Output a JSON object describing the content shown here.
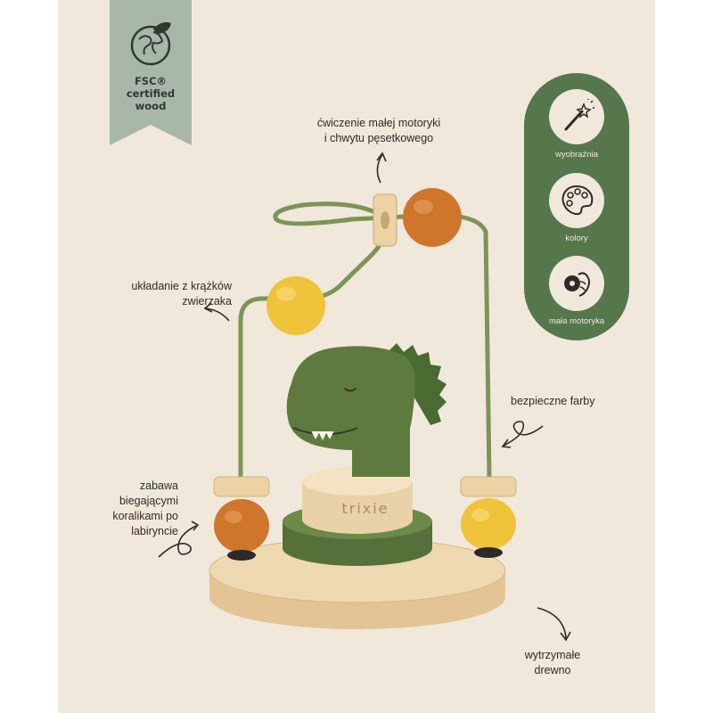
{
  "badge": {
    "icon": "globe-leaf-icon",
    "line1": "FSC®",
    "line2": "certified",
    "line3": "wood"
  },
  "features": [
    {
      "icon": "magic-wand-icon",
      "label": "wyobraźnia"
    },
    {
      "icon": "paint-palette-icon",
      "label": "kolory"
    },
    {
      "icon": "hand-pinch-icon",
      "label": "mała motoryka"
    }
  ],
  "annotations": {
    "fine_motor": {
      "line1": "ćwiczenie małej  motoryki",
      "line2": "i chwytu pęsetkowego"
    },
    "stacking": {
      "line1": "układanie z krążków",
      "line2": "zwierzaka"
    },
    "safe_paint": {
      "line1": "bezpieczne farby"
    },
    "maze": {
      "line1": "zabawa",
      "line2": "biegającymi",
      "line3": "koralikami po",
      "line4": "labiryncie"
    },
    "durable": {
      "line1": "wytrzymałe",
      "line2": "drewno"
    }
  },
  "product": {
    "brand": "trixie"
  },
  "colors": {
    "background": "#f1e8dc",
    "badge": "#a9b7a9",
    "pill": "#56764c",
    "dino_green": "#5f7a3e",
    "bead_orange": "#d0752c",
    "bead_yellow": "#f0c43a",
    "wood": "#e8cfa3"
  }
}
